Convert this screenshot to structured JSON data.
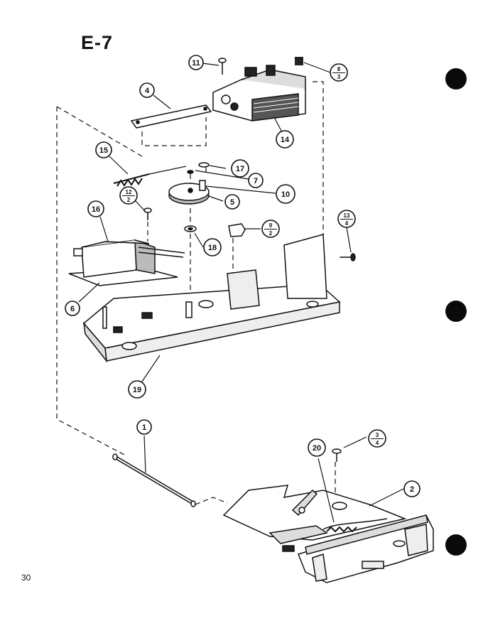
{
  "diagram": {
    "title": "E-7",
    "page_number": "30",
    "callouts": [
      {
        "id": "callout-11",
        "label": "11"
      },
      {
        "id": "callout-8-3",
        "top": "8",
        "bottom": "3"
      },
      {
        "id": "callout-4",
        "label": "4"
      },
      {
        "id": "callout-14",
        "label": "14"
      },
      {
        "id": "callout-15",
        "label": "15"
      },
      {
        "id": "callout-17",
        "label": "17"
      },
      {
        "id": "callout-7",
        "label": "7"
      },
      {
        "id": "callout-12-2",
        "top": "12",
        "bottom": "2"
      },
      {
        "id": "callout-10",
        "label": "10"
      },
      {
        "id": "callout-5",
        "label": "5"
      },
      {
        "id": "callout-16",
        "label": "16"
      },
      {
        "id": "callout-9-2",
        "top": "9",
        "bottom": "2"
      },
      {
        "id": "callout-13-4",
        "top": "13",
        "bottom": "4"
      },
      {
        "id": "callout-18",
        "label": "18"
      },
      {
        "id": "callout-6",
        "label": "6"
      },
      {
        "id": "callout-19",
        "label": "19"
      },
      {
        "id": "callout-1",
        "label": "1"
      },
      {
        "id": "callout-20",
        "label": "20"
      },
      {
        "id": "callout-3-4",
        "top": "3",
        "bottom": "4"
      },
      {
        "id": "callout-2",
        "label": "2"
      }
    ]
  }
}
